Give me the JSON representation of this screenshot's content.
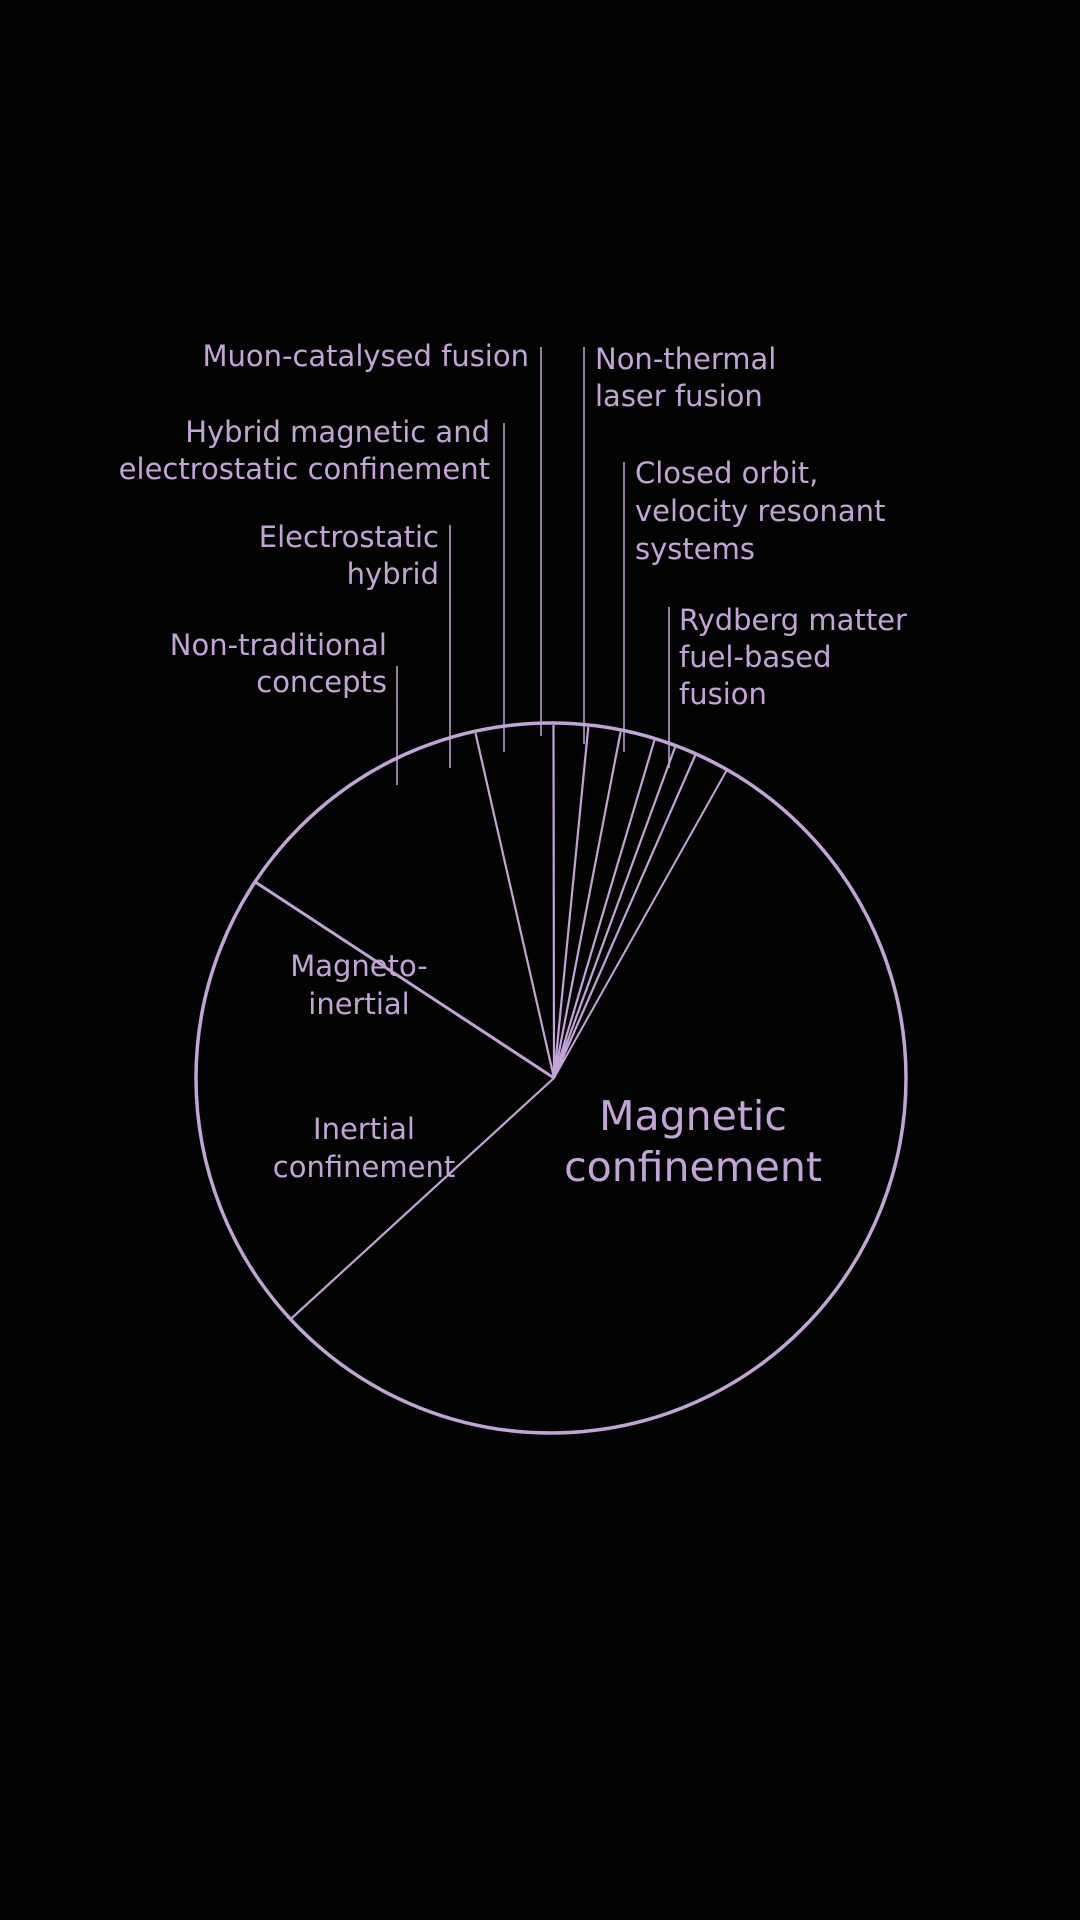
{
  "chart_data": {
    "type": "pie",
    "colors": {
      "background": "#030303",
      "stroke": "#c3a4d6",
      "text": "#c3a4d6"
    },
    "slices": [
      {
        "label": "Magnetic confinement",
        "lines": [
          "Magnetic",
          "confinement"
        ],
        "value": 56.0
      },
      {
        "label": "Inertial confinement",
        "lines": [
          "Inertial",
          "confinement"
        ],
        "value": 21.4
      },
      {
        "label": "Magneto-inertial",
        "lines": [
          "Magneto-",
          "inertial"
        ],
        "value": 12.4
      },
      {
        "label": "Non-traditional concepts",
        "lines": [
          "Non-traditional",
          "concepts"
        ],
        "value": 3.6
      },
      {
        "label": "Electrostatic hybrid",
        "lines": [
          "Electrostatic",
          "hybrid"
        ],
        "value": 1.6
      },
      {
        "label": "Hybrid magnetic and electrostatic confinement",
        "lines": [
          "Hybrid magnetic and",
          "electrostatic confinement"
        ],
        "value": 1.5
      },
      {
        "label": "Muon-catalysed fusion",
        "lines": [
          "Muon-catalysed fusion"
        ],
        "value": 1.6
      },
      {
        "label": "Non-thermal laser fusion",
        "lines": [
          "Non-thermal",
          "laser fusion"
        ],
        "value": 1.0
      },
      {
        "label": "Closed orbit, velocity resonant systems",
        "lines": [
          "Closed orbit,",
          "velocity resonant",
          "systems"
        ],
        "value": 1.0
      },
      {
        "label": "Rydberg matter fuel-based fusion",
        "lines": [
          "Rydberg matter",
          "fuel-based",
          "fusion"
        ],
        "value": 1.6
      }
    ]
  }
}
